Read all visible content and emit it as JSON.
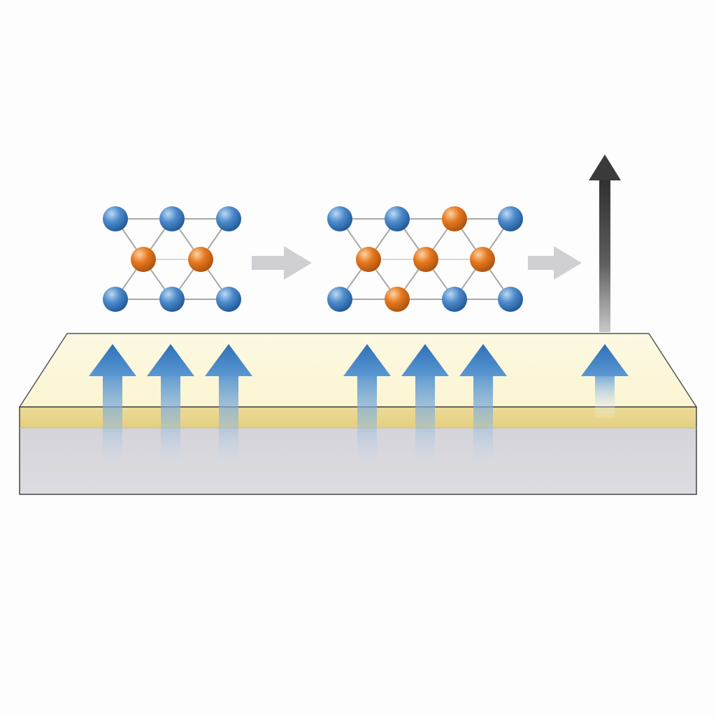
{
  "colors": {
    "background": "#fdfdfd",
    "substrate_top": "#fcf7d9",
    "substrate_front_layer": "#e9d68e",
    "substrate_base": "#d6d6dc",
    "substrate_outline": "#444444",
    "atom_blue": "#3f7fc2",
    "atom_orange": "#e0741c",
    "bond": "#a8a8a8",
    "process_arrow": "#cfcfd4",
    "flux_arrow": "#3a7cc0",
    "escape_arrow": "#3e3e3e"
  },
  "icons": {
    "process_arrow": "right-arrow-icon",
    "flux_arrow": "up-arrow-icon",
    "escape_arrow": "up-arrow-icon"
  },
  "diagram": {
    "stages": [
      {
        "name": "initial-cluster",
        "atoms": {
          "blue": 6,
          "orange": 2
        }
      },
      {
        "name": "grown-cluster",
        "atoms": {
          "blue": 6,
          "orange": 5
        }
      },
      {
        "name": "desorption"
      }
    ],
    "flux_arrow_groups": [
      3,
      3,
      1
    ]
  }
}
